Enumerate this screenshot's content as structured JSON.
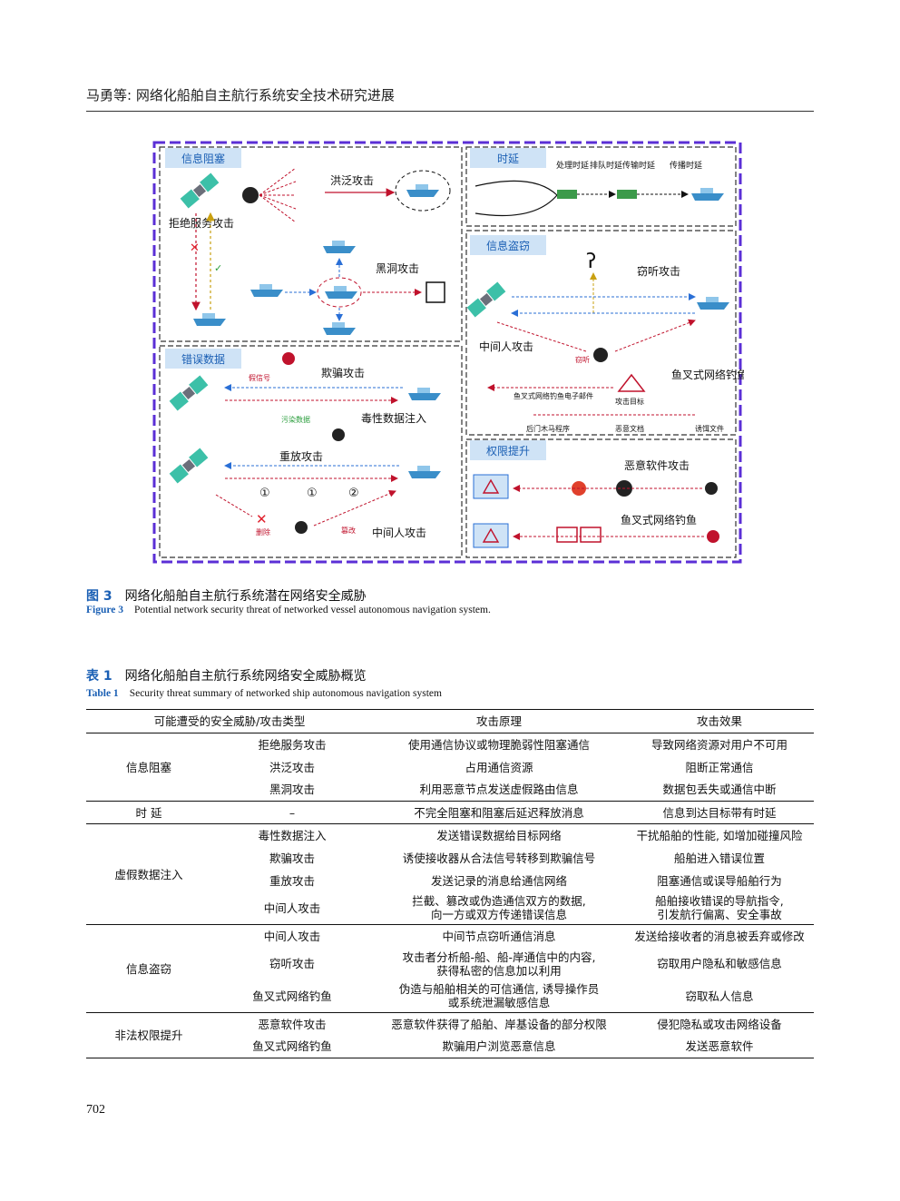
{
  "header": "马勇等: 网络化船舶自主航行系统安全技术研究进展",
  "figure": {
    "panels": {
      "info_blocking": "信息阻塞",
      "delay": "时延",
      "info_theft": "信息盗窃",
      "false_data": "错误数据",
      "privilege": "权限提升"
    },
    "labels": {
      "dos_vertical": "拒绝服务攻击",
      "flood": "洪泛攻击",
      "blackhole": "黑洞攻击",
      "proc_delay": "处理时延",
      "queue_delay": "排队时延",
      "trans_delay": "传输时延",
      "prop_delay": "传播时延",
      "eavesdrop": "窃听攻击",
      "mitm_theft": "中间人攻击",
      "stolen": "窃听",
      "spear_phishing": "鱼叉式网络钓鱼",
      "phishing_mail": "鱼叉式网络钓鱼电子邮件",
      "attack_target": "攻击目标",
      "trojan": "后门木马程序",
      "malicious_doc": "恶意文档",
      "bait_file": "诱饵文件",
      "spoof_signal": "假信号",
      "spoofing": "欺骗攻击",
      "polluted": "污染数据",
      "poison": "毒性数据注入",
      "replay": "重放攻击",
      "delete": "删除",
      "tamper": "篡改",
      "mitm_false": "中间人攻击",
      "n1": "①",
      "n2": "①",
      "n3": "②",
      "malware": "恶意软件攻击",
      "spear_phishing2": "鱼叉式网络钓鱼"
    }
  },
  "figure_caption": {
    "label": "图 3",
    "text": "网络化船舶自主航行系统潜在网络安全威胁"
  },
  "figure_caption_en": {
    "label": "Figure 3",
    "text": "Potential network security threat of networked vessel autonomous navigation system."
  },
  "table_caption": {
    "label": "表 1",
    "text": "网络化船舶自主航行系统网络安全威胁概览"
  },
  "table_caption_en": {
    "label": "Table 1",
    "text": "Security threat summary of networked ship autonomous navigation system"
  },
  "table": {
    "headers": [
      "可能遭受的安全威胁/攻击类型",
      "攻击原理",
      "攻击效果"
    ],
    "groups": [
      {
        "category": "信息阻塞",
        "rows": [
          {
            "type": "拒绝服务攻击",
            "principle": [
              "使用通信协议或物理脆弱性阻塞通信"
            ],
            "effect": [
              "导致网络资源对用户不可用"
            ]
          },
          {
            "type": "洪泛攻击",
            "principle": [
              "占用通信资源"
            ],
            "effect": [
              "阻断正常通信"
            ]
          },
          {
            "type": "黑洞攻击",
            "principle": [
              "利用恶意节点发送虚假路由信息"
            ],
            "effect": [
              "数据包丢失或通信中断"
            ]
          }
        ]
      },
      {
        "category": "时 延",
        "rows": [
          {
            "type": "–",
            "principle": [
              "不完全阻塞和阻塞后延迟释放消息"
            ],
            "effect": [
              "信息到达目标带有时延"
            ]
          }
        ]
      },
      {
        "category": "虚假数据注入",
        "rows": [
          {
            "type": "毒性数据注入",
            "principle": [
              "发送错误数据给目标网络"
            ],
            "effect": [
              "干扰船舶的性能, 如增加碰撞风险"
            ]
          },
          {
            "type": "欺骗攻击",
            "principle": [
              "诱使接收器从合法信号转移到欺骗信号"
            ],
            "effect": [
              "船舶进入错误位置"
            ]
          },
          {
            "type": "重放攻击",
            "principle": [
              "发送记录的消息给通信网络"
            ],
            "effect": [
              "阻塞通信或误导船舶行为"
            ]
          },
          {
            "type": "中间人攻击",
            "principle": [
              "拦截、篡改或伪造通信双方的数据,",
              "向一方或双方传递错误信息"
            ],
            "effect": [
              "船舶接收错误的导航指令,",
              "引发航行偏离、安全事故"
            ]
          }
        ]
      },
      {
        "category": "信息盗窃",
        "rows": [
          {
            "type": "中间人攻击",
            "principle": [
              "中间节点窃听通信消息"
            ],
            "effect": [
              "发送给接收者的消息被丢弃或修改"
            ]
          },
          {
            "type": "窃听攻击",
            "principle": [
              "攻击者分析船-船、船-岸通信中的内容,",
              "获得私密的信息加以利用"
            ],
            "effect": [
              "窃取用户隐私和敏感信息"
            ]
          },
          {
            "type": "鱼叉式网络钓鱼",
            "principle": [
              "伪造与船舶相关的可信通信, 诱导操作员",
              "或系统泄漏敏感信息"
            ],
            "effect": [
              "窃取私人信息"
            ]
          }
        ]
      },
      {
        "category": "非法权限提升",
        "rows": [
          {
            "type": "恶意软件攻击",
            "principle": [
              "恶意软件获得了船舶、岸基设备的部分权限"
            ],
            "effect": [
              "侵犯隐私或攻击网络设备"
            ]
          },
          {
            "type": "鱼叉式网络钓鱼",
            "principle": [
              "欺骗用户浏览恶意信息"
            ],
            "effect": [
              "发送恶意软件"
            ]
          }
        ]
      }
    ]
  },
  "page_number": "702",
  "colors": {
    "accent": "#1a5fb4",
    "frame": "#5b2fd6",
    "threat": "#c0122c",
    "info": "#2a6fd6"
  }
}
